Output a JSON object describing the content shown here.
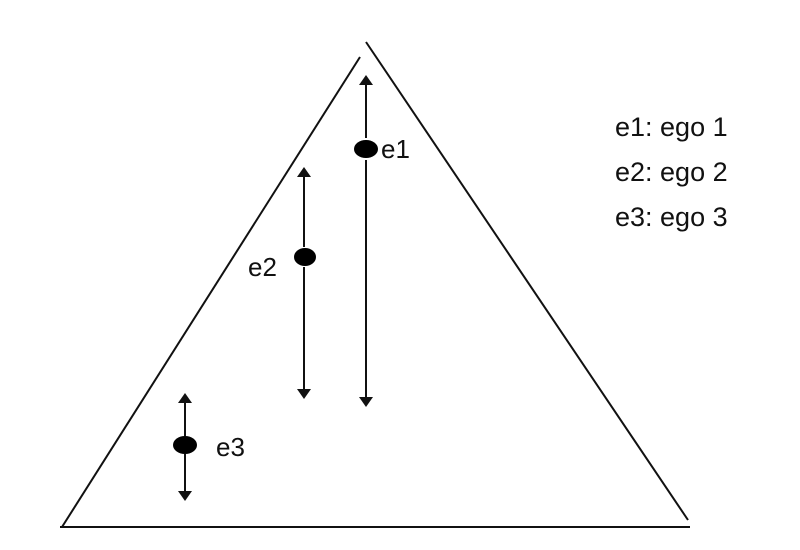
{
  "nodes": [
    {
      "id": "e1",
      "label": "e1"
    },
    {
      "id": "e2",
      "label": "e2"
    },
    {
      "id": "e3",
      "label": "e3"
    }
  ],
  "legend": [
    "e1: ego 1",
    "e2: ego 2",
    "e3: ego 3"
  ],
  "colors": {
    "line": "#111111",
    "background": "#ffffff"
  }
}
